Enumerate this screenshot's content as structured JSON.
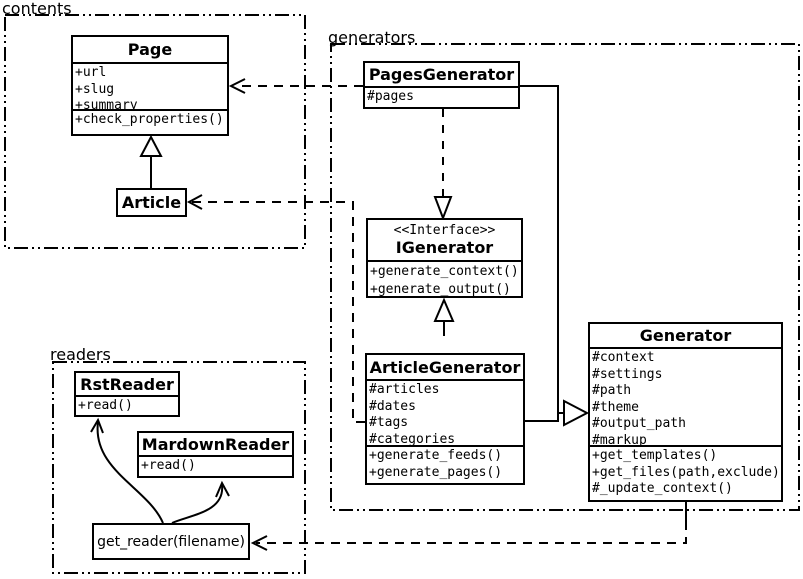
{
  "diagram_type": "uml-class-diagram",
  "colors": {
    "line": "#000000",
    "background": "#ffffff",
    "box_fill": "#ffffff",
    "text": "#000000"
  },
  "packages": {
    "contents": {
      "label": "contents"
    },
    "generators": {
      "label": "generators"
    },
    "readers": {
      "label": "readers"
    }
  },
  "classes": {
    "page": {
      "title": "Page",
      "attributes": [
        "+url",
        "+slug",
        "+summary"
      ],
      "methods": [
        "+check_properties()"
      ]
    },
    "article": {
      "title": "Article"
    },
    "pages_generator": {
      "title": "PagesGenerator",
      "attributes": [
        "#pages"
      ]
    },
    "igenerator": {
      "stereotype": "<<Interface>>",
      "title": "IGenerator",
      "methods": [
        "+generate_context()",
        "+generate_output()"
      ]
    },
    "article_generator": {
      "title": "ArticleGenerator",
      "attributes": [
        "#articles",
        "#dates",
        "#tags",
        "#categories"
      ],
      "methods": [
        "+generate_feeds()",
        "+generate_pages()"
      ]
    },
    "generator": {
      "title": "Generator",
      "attributes": [
        "#context",
        "#settings",
        "#path",
        "#theme",
        "#output_path",
        "#markup"
      ],
      "methods": [
        "+get_templates()",
        "+get_files(path,exclude)",
        "#_update_context()"
      ]
    },
    "rst_reader": {
      "title": "RstReader",
      "methods": [
        "+read()"
      ]
    },
    "mardown_reader": {
      "title": "MardownReader",
      "methods": [
        "+read()"
      ]
    },
    "get_reader": {
      "title": "get_reader(filename)"
    }
  },
  "relations": [
    {
      "from": "Article",
      "to": "Page",
      "type": "generalization"
    },
    {
      "from": "PagesGenerator",
      "to": "Page",
      "type": "dependency"
    },
    {
      "from": "PagesGenerator",
      "to": "IGenerator",
      "type": "realization"
    },
    {
      "from": "PagesGenerator",
      "to": "Generator",
      "type": "generalization"
    },
    {
      "from": "ArticleGenerator",
      "to": "Article",
      "type": "dependency"
    },
    {
      "from": "ArticleGenerator",
      "to": "IGenerator",
      "type": "generalization"
    },
    {
      "from": "ArticleGenerator",
      "to": "Generator",
      "type": "generalization"
    },
    {
      "from": "Generator",
      "to": "get_reader(filename)",
      "type": "dependency"
    },
    {
      "from": "get_reader(filename)",
      "to": "RstReader",
      "type": "arrow"
    },
    {
      "from": "get_reader(filename)",
      "to": "MardownReader",
      "type": "arrow"
    }
  ]
}
